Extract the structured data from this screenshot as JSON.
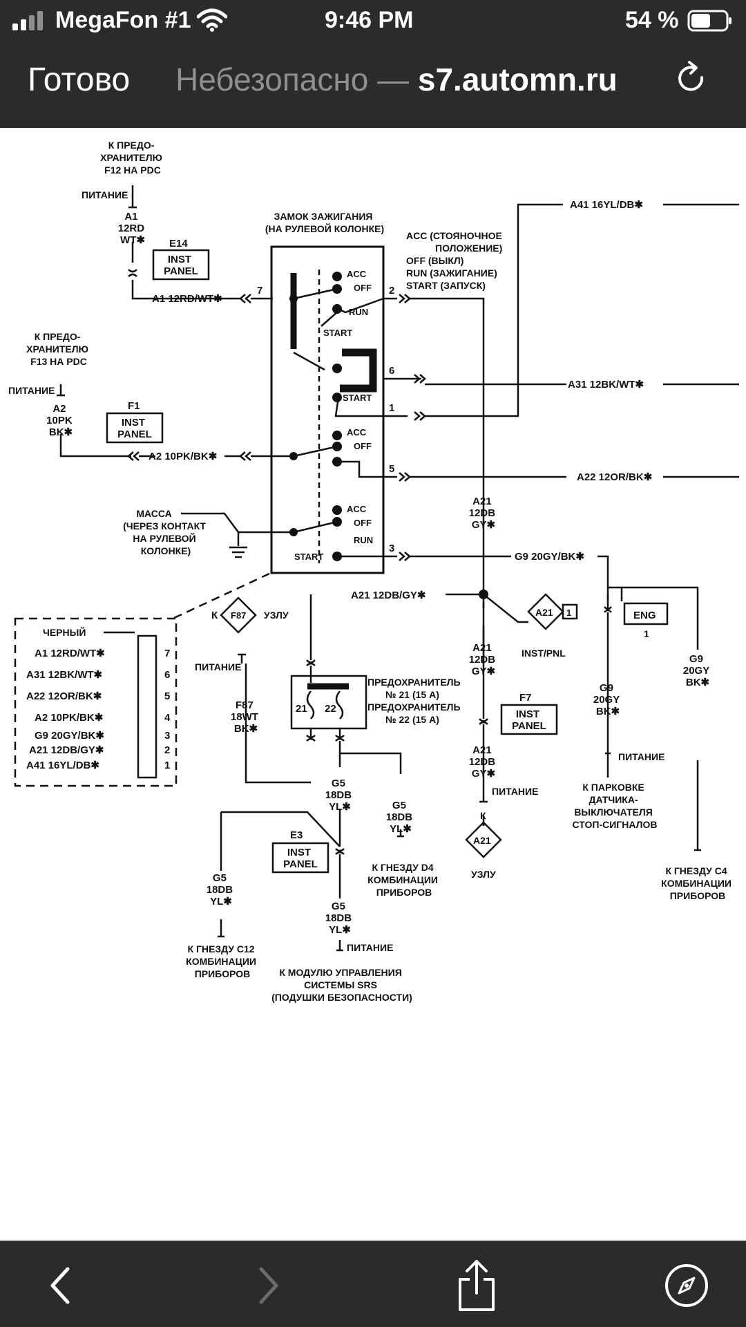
{
  "status": {
    "carrier": "MegaFon #1",
    "time": "9:46 PM",
    "battery": "54 %"
  },
  "browser": {
    "done": "Готово",
    "security": "Небезопасно —",
    "host": "s7.automn.ru"
  },
  "diagram": {
    "lbl_fuse_f12": [
      "К ПРЕДО-",
      "ХРАНИТЕЛЮ",
      "F12 НА PDC"
    ],
    "lbl_power": "ПИТАНИЕ",
    "lbl_a1_wire": [
      "A1",
      "12RD",
      "WT✱"
    ],
    "lbl_e14": "E14",
    "lbl_inst_panel": [
      "INST",
      "PANEL"
    ],
    "lbl_a1_line": "A1 12RD/WT✱",
    "lbl_ignition_title": [
      "ЗАМОК ЗАЖИГАНИЯ",
      "(НА РУЛЕВОЙ КОЛОНКЕ)"
    ],
    "lbl_positions": [
      "ACC (СТОЯНОЧНОЕ",
      "ПОЛОЖЕНИЕ)",
      "OFF (ВЫКЛ)",
      "RUN (ЗАЖИГАНИЕ)",
      "START (ЗАПУСК)"
    ],
    "lbl_a41_line": "A41 16YL/DB✱",
    "lbl_fuse_f13": [
      "К ПРЕДО-",
      "ХРАНИТЕЛЮ",
      "F13 НА PDC"
    ],
    "lbl_a2_wire": [
      "A2",
      "10PK",
      "BK✱"
    ],
    "lbl_f1": "F1",
    "lbl_a2_line": "A2 10PK/BK✱",
    "lbl_acc": "ACC",
    "lbl_off": "OFF",
    "lbl_run": "RUN",
    "lbl_start": "START",
    "lbl_a31_line": "A31 12BK/WT✱",
    "lbl_a22_line": "A22 12OR/BK✱",
    "lbl_ground": [
      "МАССА",
      "(ЧЕРЕЗ КОНТАКТ",
      "НА РУЛЕВОЙ",
      "КОЛОНКЕ)"
    ],
    "lbl_a21_wire": [
      "A21",
      "12DB",
      "GY✱"
    ],
    "lbl_g9_line": "G9 20GY/BK✱",
    "pins": [
      "7",
      "2",
      "6",
      "1",
      "5",
      "3"
    ],
    "lbl_k": "К",
    "lbl_f87": "F87",
    "lbl_uzlu": "УЗЛУ",
    "lbl_a21_line": "A21 12DB/GY✱",
    "lbl_a21": "A21",
    "lbl_inst_pnl": "INST/PNL",
    "lbl_eng": "ENG",
    "lbl_one": "1",
    "lbl_connector_title": "ЧЕРНЫЙ",
    "connector_rows": [
      {
        "wire": "A1 12RD/WT✱",
        "pin": "7"
      },
      {
        "wire": "A31 12BK/WT✱",
        "pin": "6"
      },
      {
        "wire": "A22 12OR/BK✱",
        "pin": "5"
      },
      {
        "wire": "A2 10PK/BK✱",
        "pin": "4"
      },
      {
        "wire": "G9 20GY/BK✱",
        "pin": "3"
      },
      {
        "wire": "A21 12DB/GY✱",
        "pin": "2"
      },
      {
        "wire": "A41 16YL/DB✱",
        "pin": "1"
      }
    ],
    "lbl_f87_wire": [
      "F87",
      "18WT",
      "BK✱"
    ],
    "lbl_fuses": [
      "ПРЕДОХРАНИТЕЛЬ",
      "№ 21 (15 А)",
      "ПРЕДОХРАНИТЕЛЬ",
      "№ 22 (15 А)"
    ],
    "lbl_fuse_num_21": "21",
    "lbl_fuse_num_22": "22",
    "lbl_f7": "F7",
    "lbl_g9_wire": [
      "G9",
      "20GY",
      "BK✱"
    ],
    "lbl_g5_wire": [
      "G5",
      "18DB",
      "YL✱"
    ],
    "lbl_e3": "E3",
    "lbl_d4": [
      "К ГНЕЗДУ D4",
      "КОМБИНАЦИИ",
      "ПРИБОРОВ"
    ],
    "lbl_c12": [
      "К ГНЕЗДУ C12",
      "КОМБИНАЦИИ",
      "ПРИБОРОВ"
    ],
    "lbl_srs": [
      "К МОДУЛЮ УПРАВЛЕНИЯ",
      "СИСТЕМЫ SRS",
      "(ПОДУШКИ БЕЗОПАСНОСТИ)"
    ],
    "lbl_brake": [
      "К ПАРКОВКЕ",
      "ДАТЧИКА-",
      "ВЫКЛЮЧАТЕЛЯ",
      "СТОП-СИГНАЛОВ"
    ],
    "lbl_c4": [
      "К ГНЕЗДУ C4",
      "КОМБИНАЦИИ",
      "ПРИБОРОВ"
    ]
  }
}
